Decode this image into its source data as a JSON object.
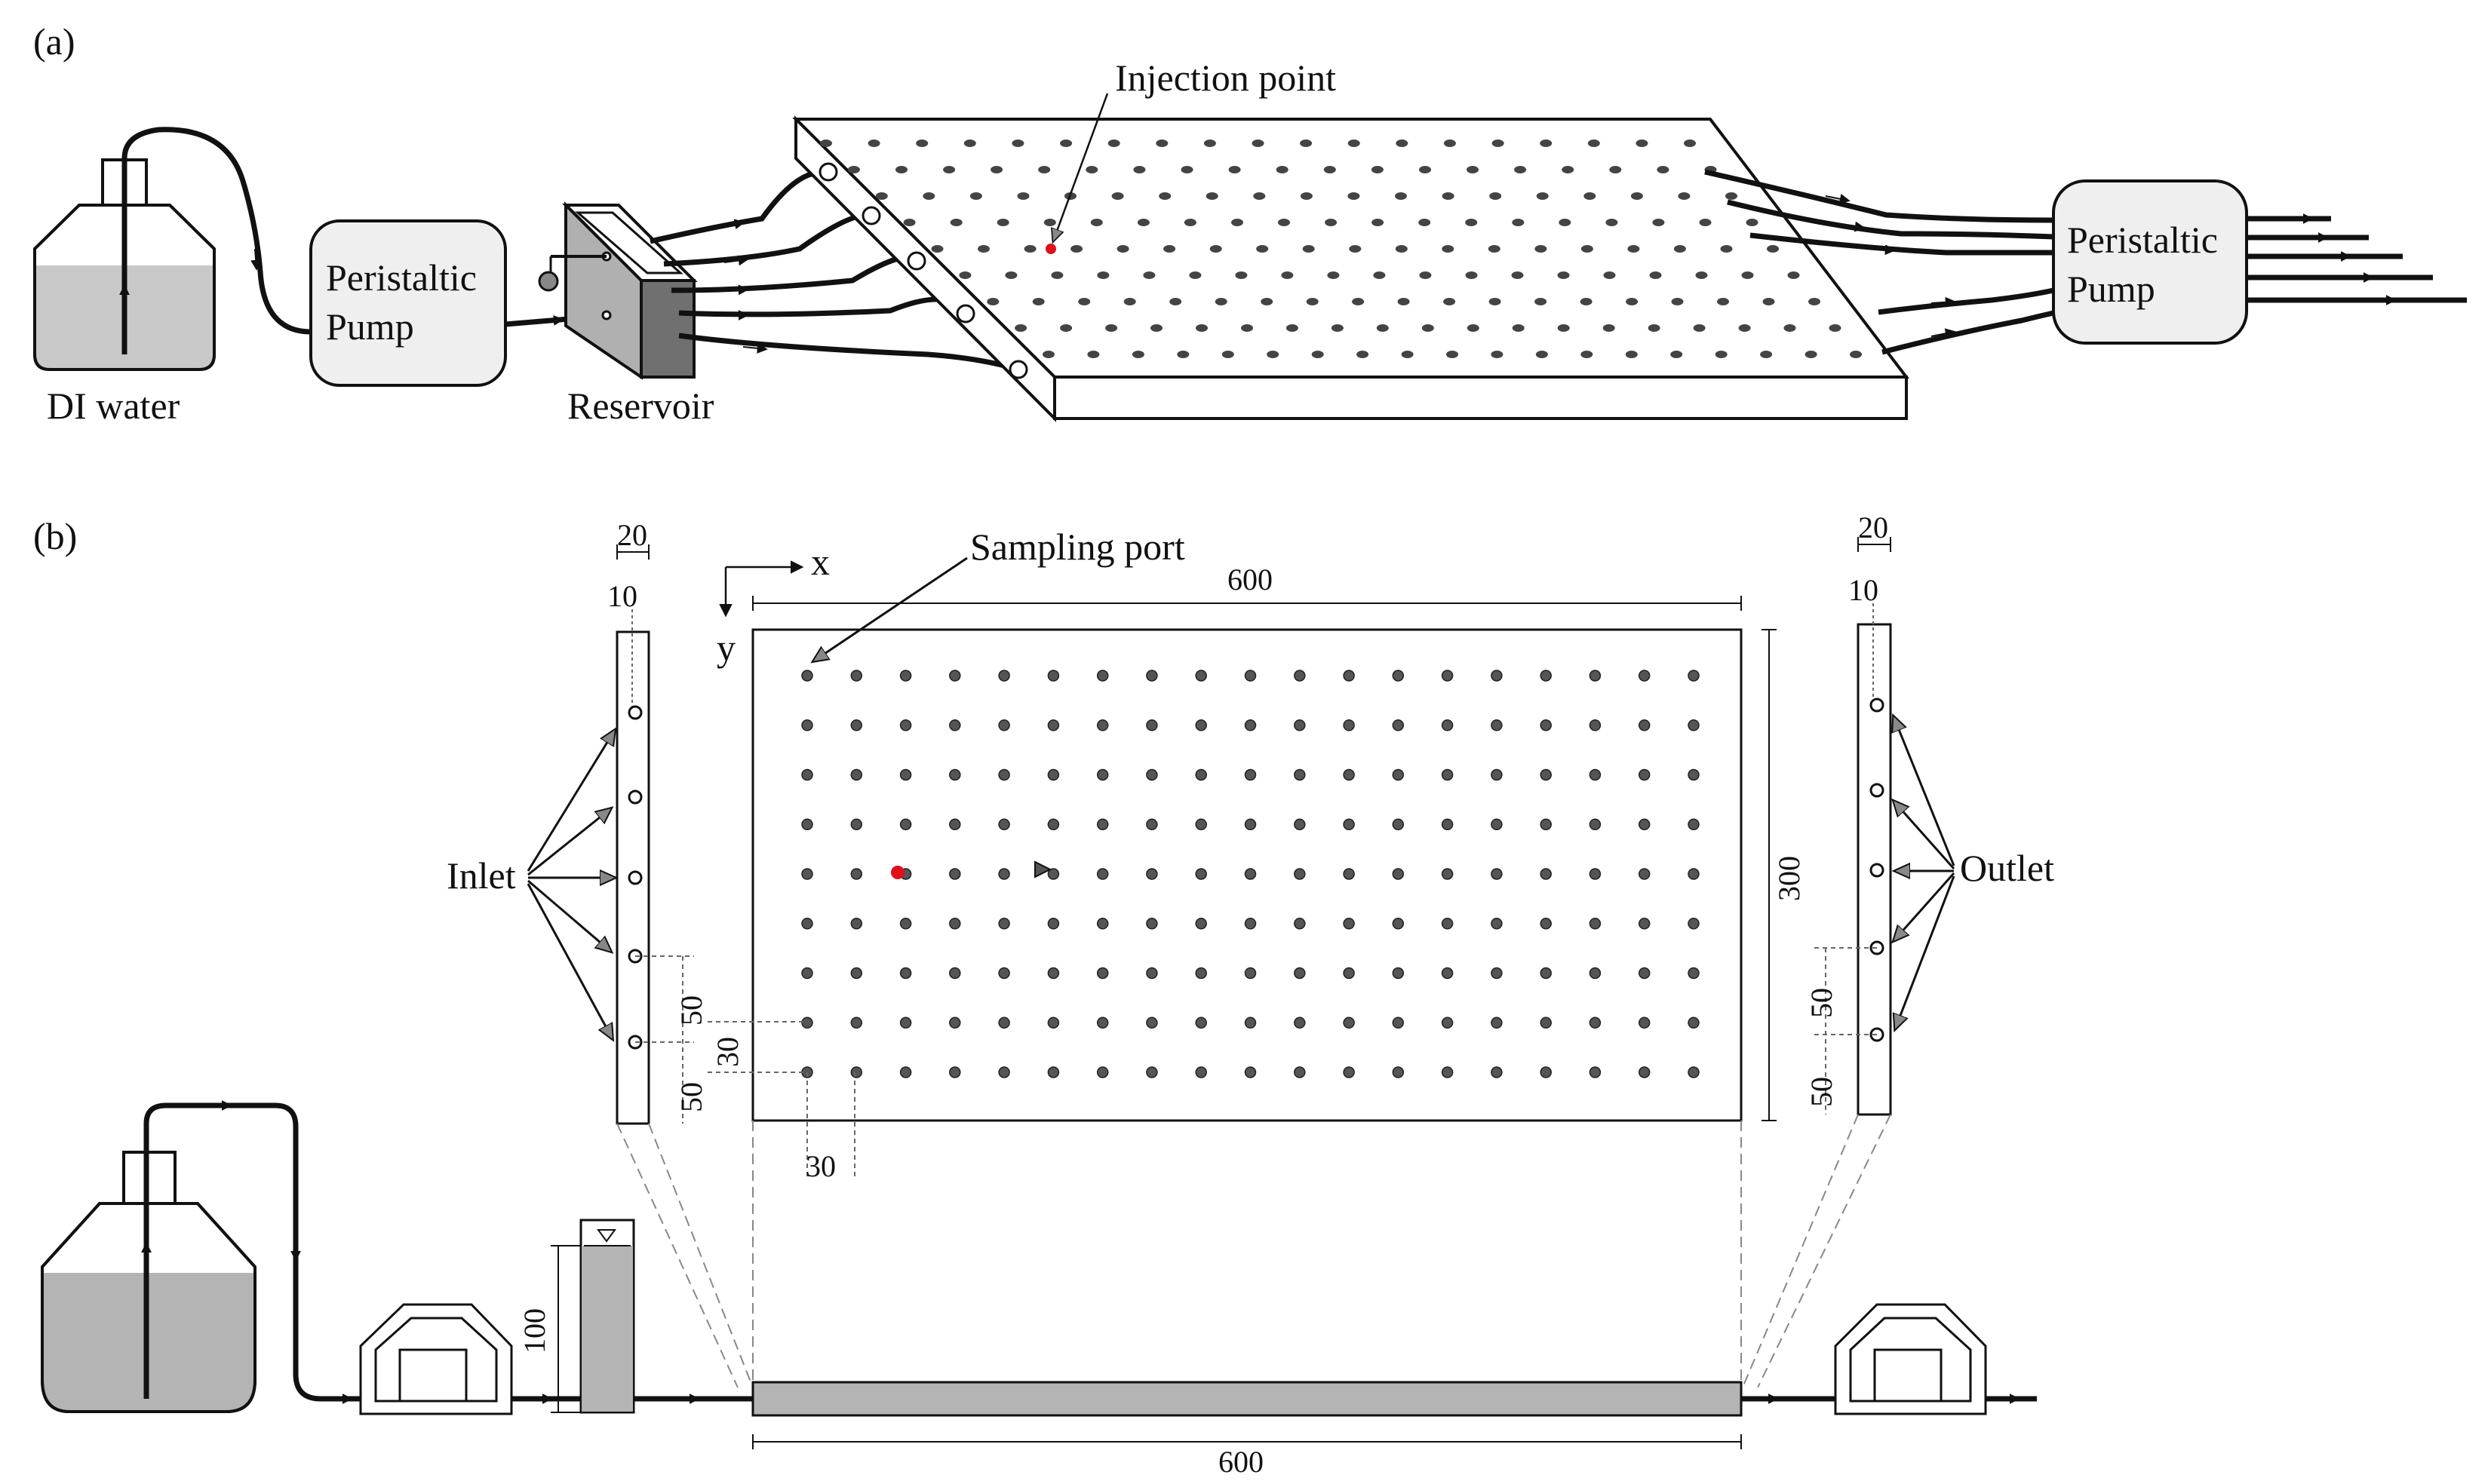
{
  "panel_a": {
    "tag": "(a)",
    "source_label": "DI water",
    "pump_in_label_1": "Peristaltic",
    "pump_in_label_2": "Pump",
    "reservoir_label": "Reservoir",
    "injection_label": "Injection point",
    "pump_out_label_1": "Peristaltic",
    "pump_out_label_2": "Pump"
  },
  "panel_b": {
    "tag": "(b)",
    "axis_x": "x",
    "axis_y": "y",
    "sampling_label": "Sampling port",
    "inlet_label": "Inlet",
    "outlet_label": "Outlet",
    "dim_length": "600",
    "dim_height": "300",
    "dim_width_side": "20",
    "dim_offset_side": "10",
    "dim_spacing_ports": "50",
    "dim_edge_ports": "50",
    "dim_grid_edge": "30",
    "dim_grid_bottom": "30",
    "dim_reservoir_head": "100",
    "dim_length_bottom": "600"
  },
  "colors": {
    "injection_point": "#e0101a",
    "fill_gray": "#c8c8c8",
    "box_fill": "#efefef",
    "line": "#111111"
  },
  "icons": [
    "bottle-icon",
    "pump-icon",
    "reservoir-icon",
    "arrow-icon"
  ]
}
